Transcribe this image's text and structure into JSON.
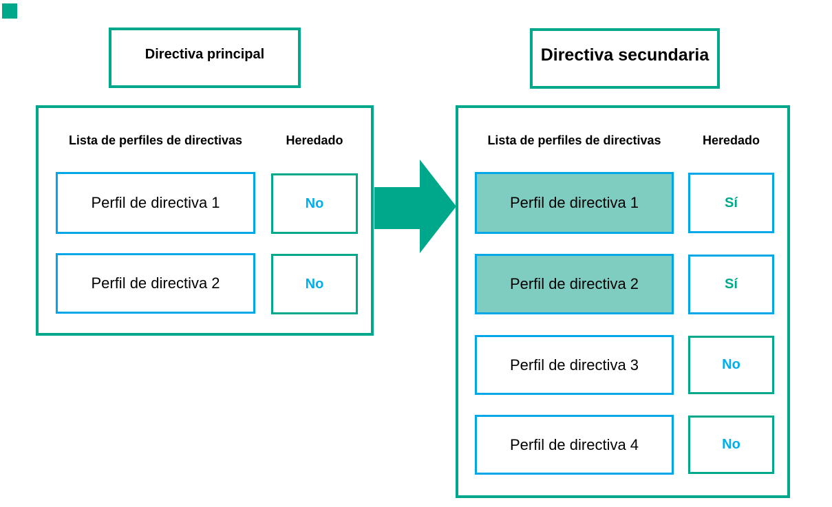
{
  "diagram": {
    "primary": {
      "title": "Directiva principal",
      "columns": {
        "profiles": "Lista de perfiles de directivas",
        "inherited": "Heredado"
      },
      "rows": [
        {
          "profile": "Perfil de directiva 1",
          "inherited": "No",
          "highlighted": false
        },
        {
          "profile": "Perfil de directiva 2",
          "inherited": "No",
          "highlighted": false
        }
      ]
    },
    "secondary": {
      "title": "Directiva secundaria",
      "columns": {
        "profiles": "Lista de perfiles de directivas",
        "inherited": "Heredado"
      },
      "rows": [
        {
          "profile": "Perfil de directiva 1",
          "inherited": "Sí",
          "highlighted": true
        },
        {
          "profile": "Perfil de directiva 2",
          "inherited": "Sí",
          "highlighted": true
        },
        {
          "profile": "Perfil de directiva 3",
          "inherited": "No",
          "highlighted": false
        },
        {
          "profile": "Perfil de directiva 4",
          "inherited": "No",
          "highlighted": false
        }
      ]
    },
    "colors": {
      "teal_border": "#00a88b",
      "blue_border": "#00a7e8",
      "highlight_fill": "#7fcdc1",
      "no_text_blue": "#00aeef",
      "si_text_teal": "#00a88b",
      "arrow_fill": "#00a88b"
    }
  }
}
